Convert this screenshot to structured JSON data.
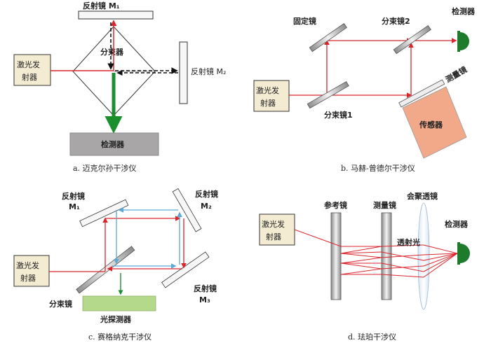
{
  "panel_a": {
    "mirror_m1": "反射镜 M₁",
    "mirror_m2": "反射镜 M₂",
    "splitter": "分束器",
    "laser_line1": "激光发",
    "laser_line2": "射器",
    "detector": "检测器",
    "caption": "a.  迈克尔孙干涉仪"
  },
  "panel_b": {
    "fixed_mirror": "固定镜",
    "splitter2": "分束镜2",
    "detector": "检测器",
    "measure_mirror": "测量镜",
    "sensor": "传感器",
    "splitter1": "分束镜1",
    "laser_line1": "激光发",
    "laser_line2": "射器",
    "caption": "b.  马赫-曾德尔干涉仪"
  },
  "panel_c": {
    "m1_line1": "反射镜",
    "m1_line2": "M₁",
    "m2_line1": "反射镜",
    "m2_line2": "M₂",
    "m3_line1": "反射镜",
    "m3_line2": "M₃",
    "laser_line1": "激光发",
    "laser_line2": "射器",
    "splitter": "分束镜",
    "photodetector": "光探测器",
    "caption": "c.  赛格纳克干涉仪"
  },
  "panel_d": {
    "reference_mirror": "参考镜",
    "measure_mirror": "测量镜",
    "converging_lens": "会聚透镜",
    "detector": "检测器",
    "transmitted_light": "透射光",
    "laser_line1": "激光发",
    "laser_line2": "射器",
    "caption": "d.  珐珀干涉仪"
  },
  "colors": {
    "beam_red": "#d9262c",
    "beam_blue": "#5aa9d6",
    "beam_green": "#1b8f2e",
    "laser_box": "#f3ecd2",
    "detector_box_a": "#a8a6a6",
    "sensor_box": "#f2a98a",
    "photodetector_box": "#b5d98b",
    "detector_dome": "#1e7b2c"
  }
}
